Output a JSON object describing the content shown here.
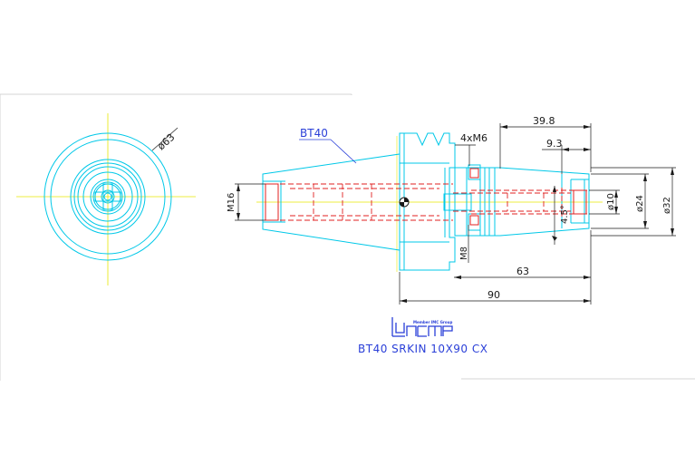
{
  "labels": {
    "front_diameter": "ø63",
    "taper_name": "BT40",
    "thread_4x": "4xM6",
    "dim_39_8": "39.8",
    "dim_9_3": "9.3",
    "dim_63": "63",
    "dim_90": "90",
    "dim_m16": "M16",
    "dim_m8": "M8",
    "dim_angle": "4.5°",
    "dim_d10": "ø10",
    "dim_d24": "ø24",
    "dim_d32": "ø32"
  },
  "logo": {
    "member_text": "Member IMC Group"
  },
  "title_block": {
    "part_name": "BT40 SRKIN 10X90 CX"
  },
  "colors": {
    "outline": "#00c8e8",
    "hidden": "#e02020",
    "centerline": "#e6e600",
    "annotation": "#2a3fd8",
    "dimension": "#1a1a1a"
  }
}
